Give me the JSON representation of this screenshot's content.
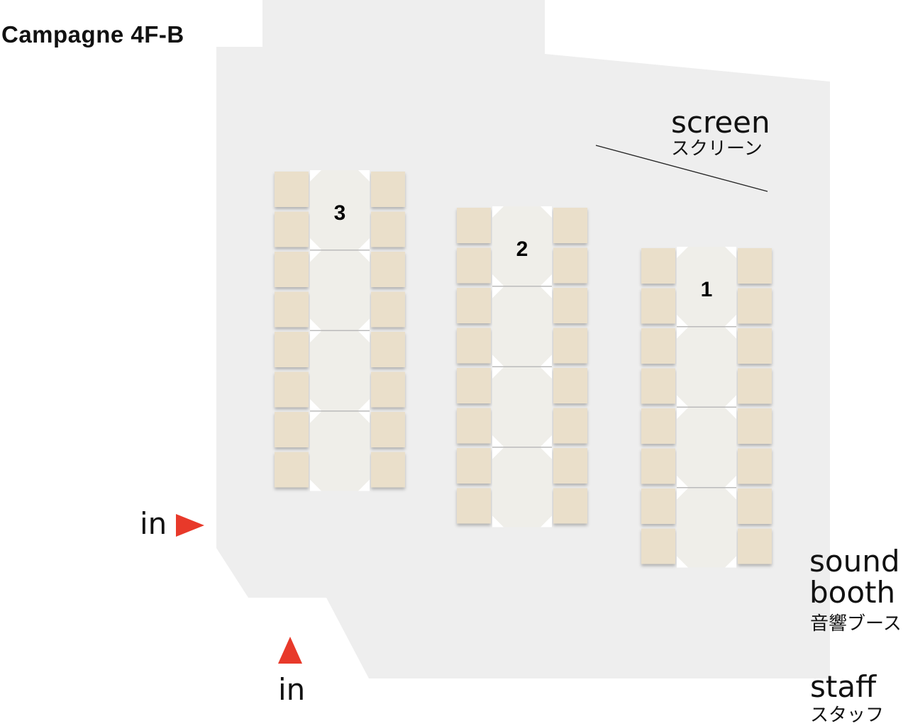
{
  "title": "Campagne  4F-B",
  "screen": {
    "en": "screen",
    "jp": "スクリーン"
  },
  "sound_booth": {
    "en_line1": "sound",
    "en_line2": "booth",
    "jp": "音響ブース"
  },
  "staff": {
    "en": "staff",
    "jp": "スタッフ"
  },
  "entrances": [
    {
      "label": "in",
      "direction": "right"
    },
    {
      "label": "in",
      "direction": "up"
    }
  ],
  "table_groups": [
    {
      "number": "3",
      "tables": 4,
      "chairs_per_side": 8
    },
    {
      "number": "2",
      "tables": 4,
      "chairs_per_side": 8
    },
    {
      "number": "1",
      "tables": 4,
      "chairs_per_side": 8
    }
  ],
  "colors": {
    "floor": "#eeeeee",
    "chair": "#eadfca",
    "table": "#efeee9",
    "arrow": "#e8392a"
  }
}
